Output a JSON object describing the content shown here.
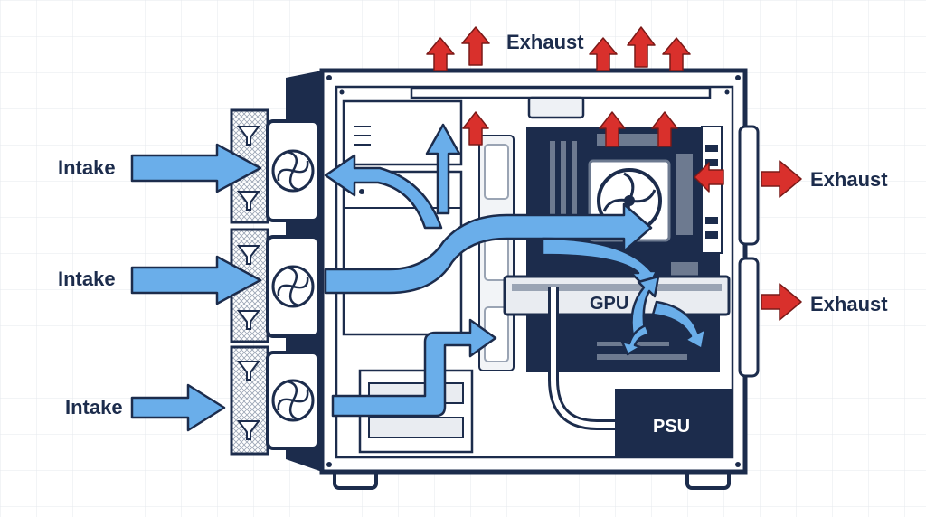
{
  "labels": {
    "intake_top": "Intake",
    "intake_mid": "Intake",
    "intake_bottom": "Intake",
    "exhaust_top": "Exhaust",
    "exhaust_rear_upper": "Exhaust",
    "exhaust_rear_lower": "Exhaust",
    "gpu": "GPU",
    "psu": "PSU"
  },
  "colors": {
    "case_navy": "#1c2c4c",
    "airflow_blue": "#6aaeea",
    "exhaust_red": "#d9302c",
    "grid": "#e6e9ee"
  }
}
